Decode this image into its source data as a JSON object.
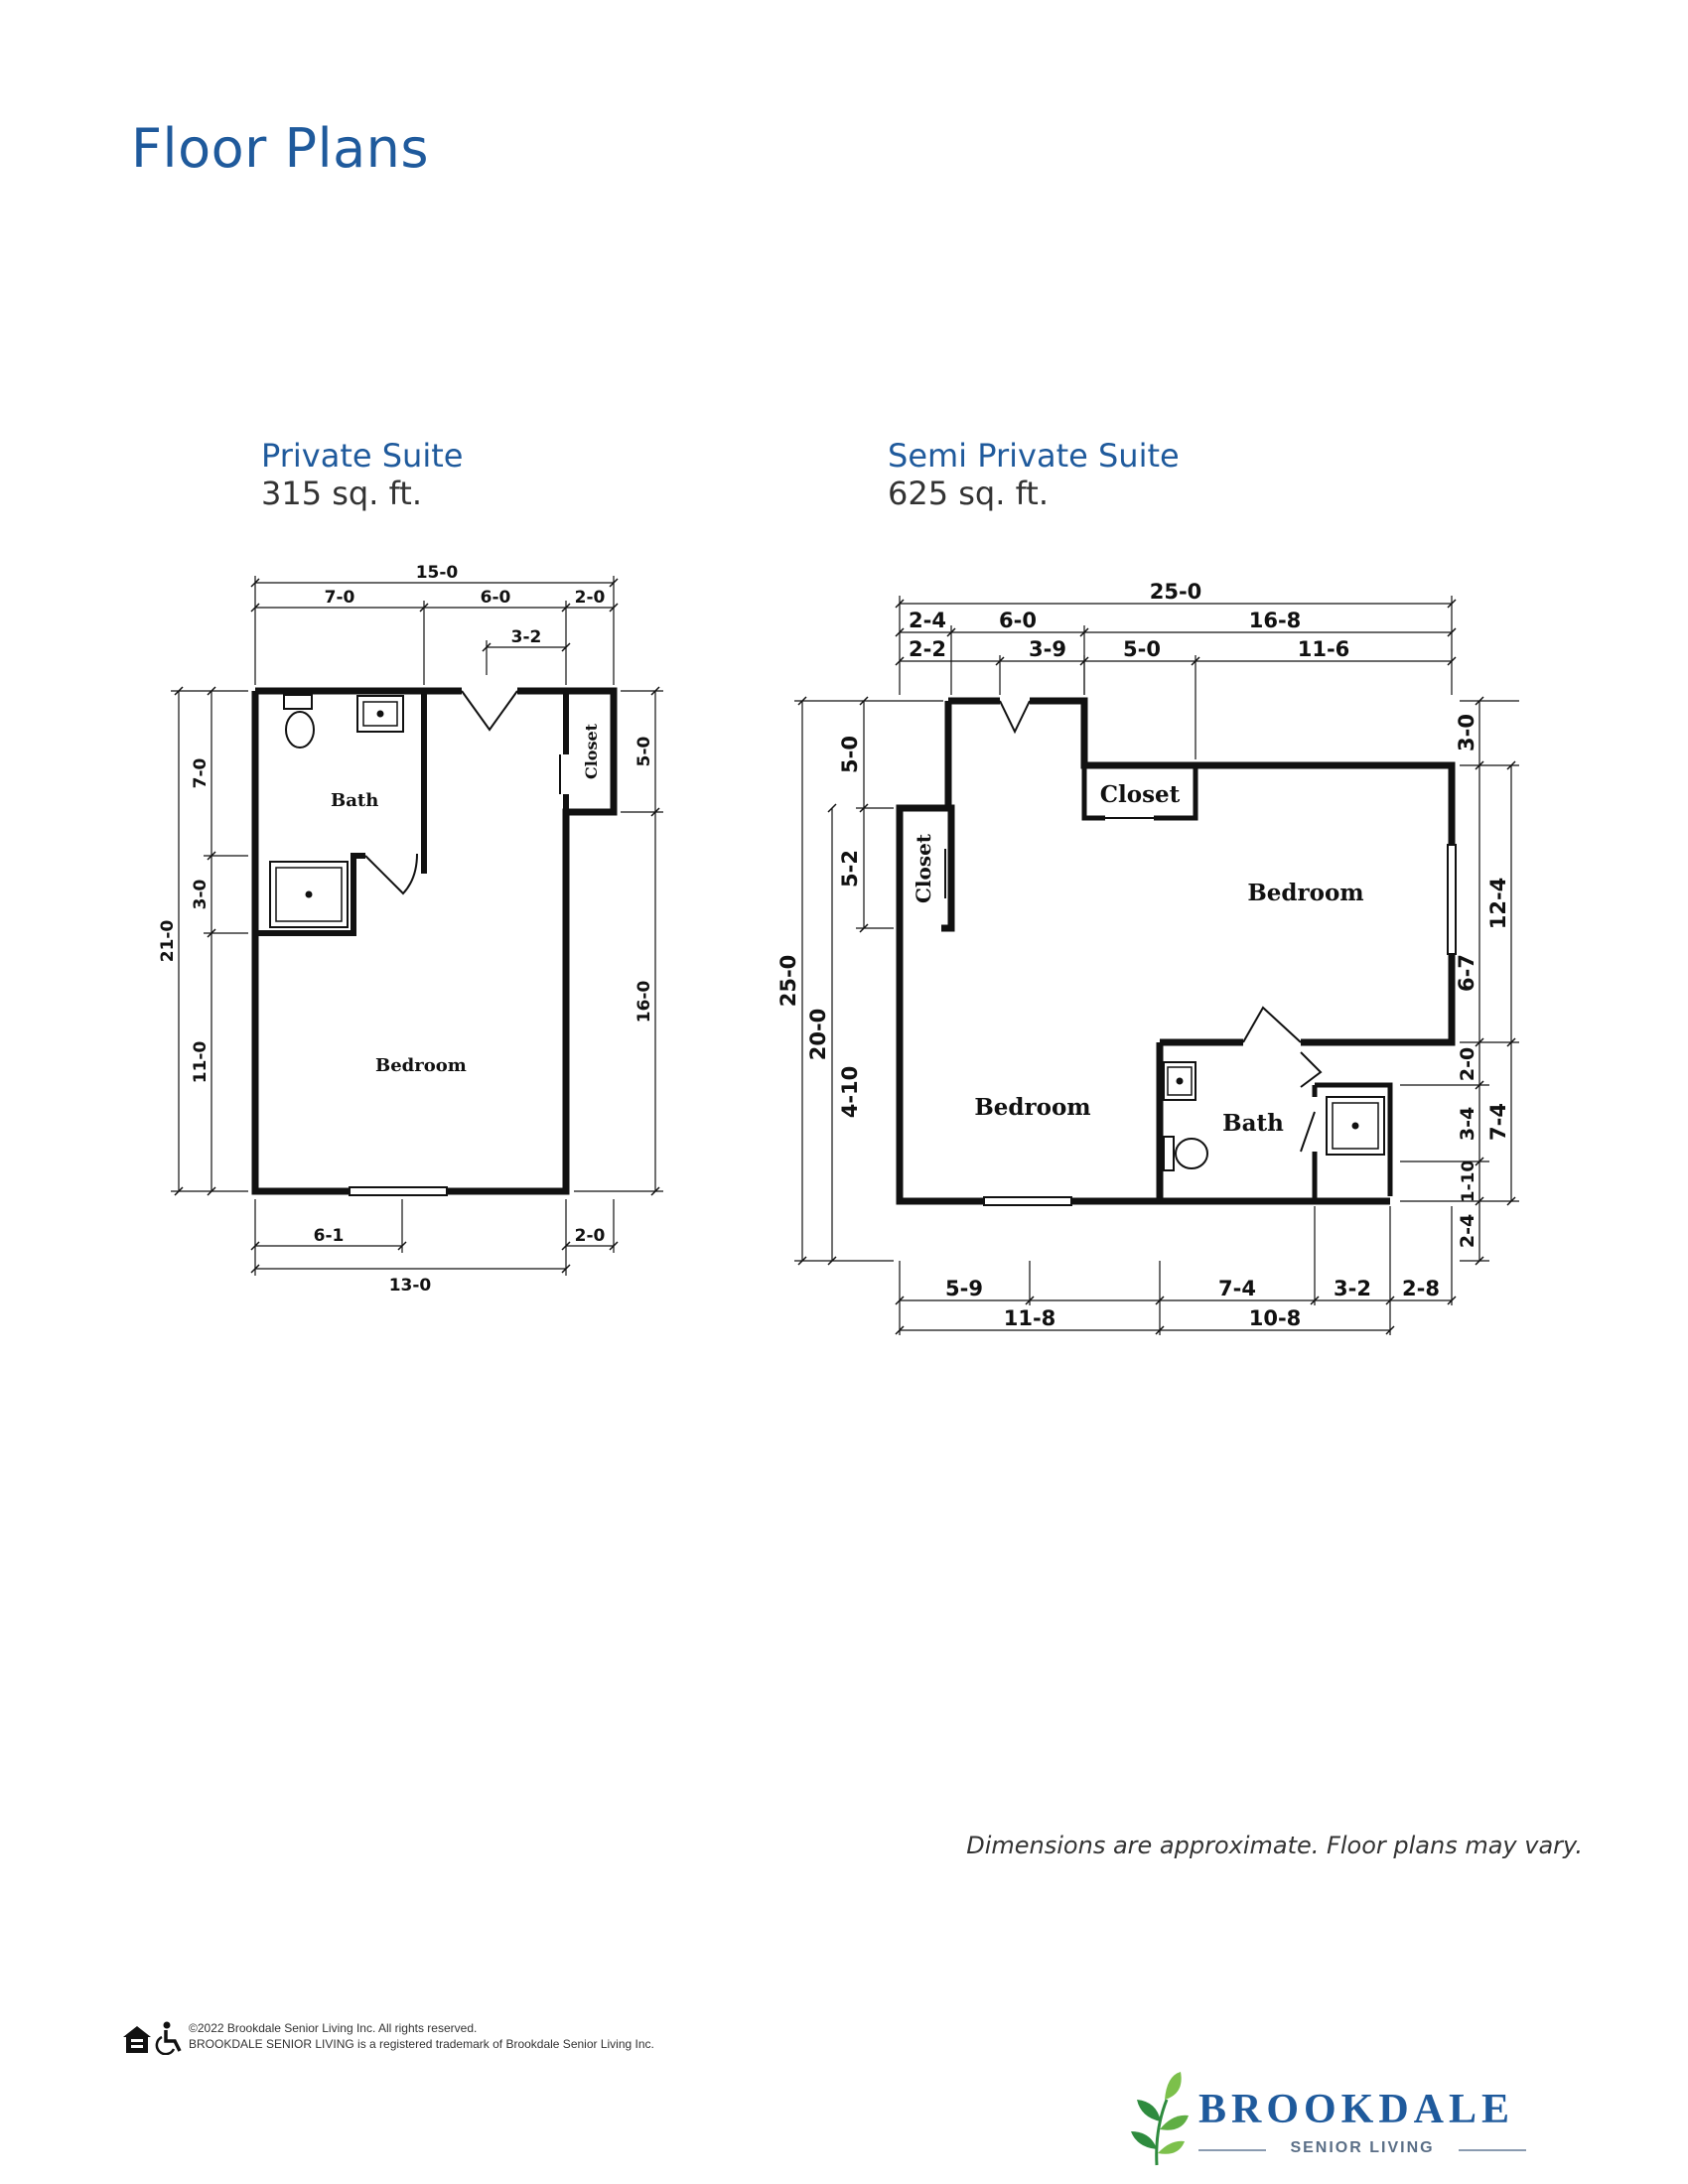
{
  "page": {
    "title": "Floor Plans",
    "note": "Dimensions are approximate. Floor plans may vary.",
    "footer_line1": "©2022 Brookdale Senior Living Inc. All rights reserved.",
    "footer_line2": "BROOKDALE SENIOR LIVING is a registered trademark of Brookdale Senior Living Inc."
  },
  "brand": {
    "name": "BROOKDALE",
    "tagline": "SENIOR LIVING",
    "color": "#1f5a9c",
    "leaf_colors": [
      "#2e8b3e",
      "#7cc04b"
    ]
  },
  "private_suite": {
    "name": "Private Suite",
    "area": "315 sq. ft.",
    "rooms": {
      "bath": "Bath",
      "bedroom": "Bedroom",
      "closet": "Closet"
    },
    "dims": {
      "top_total": "15-0",
      "top_a": "7-0",
      "top_b": "6-0",
      "top_c": "2-0",
      "door": "3-2",
      "left_total": "21-0",
      "left_a": "7-0",
      "left_b": "3-0",
      "left_c": "11-0",
      "right_a": "5-0",
      "right_b": "16-0",
      "bottom_a": "6-1",
      "bottom_b": "2-0",
      "bottom_total": "13-0"
    }
  },
  "semi_private_suite": {
    "name": "Semi Private Suite",
    "area": "625 sq. ft.",
    "rooms": {
      "closet1": "Closet",
      "closet2": "Closet",
      "bedroom1": "Bedroom",
      "bedroom2": "Bedroom",
      "bath": "Bath"
    },
    "dims": {
      "top_total": "25-0",
      "top_a": "2-4",
      "top_b": "6-0",
      "top_c": "16-8",
      "top_d": "2-2",
      "top_e": "3-9",
      "top_f": "5-0",
      "top_g": "11-6",
      "left_total": "25-0",
      "left_b": "20-0",
      "left_c1": "5-0",
      "left_c2": "5-2",
      "left_c3": "4-10",
      "right_a": "3-0",
      "right_b": "6-7",
      "right_c": "12-4",
      "right_d": "2-0",
      "right_e": "3-4",
      "right_f": "7-4",
      "right_g": "1-10",
      "right_h": "2-4",
      "bottom_a": "5-9",
      "bottom_b": "7-4",
      "bottom_c": "3-2",
      "bottom_d": "2-8",
      "bottom_e": "11-8",
      "bottom_f": "10-8"
    }
  }
}
